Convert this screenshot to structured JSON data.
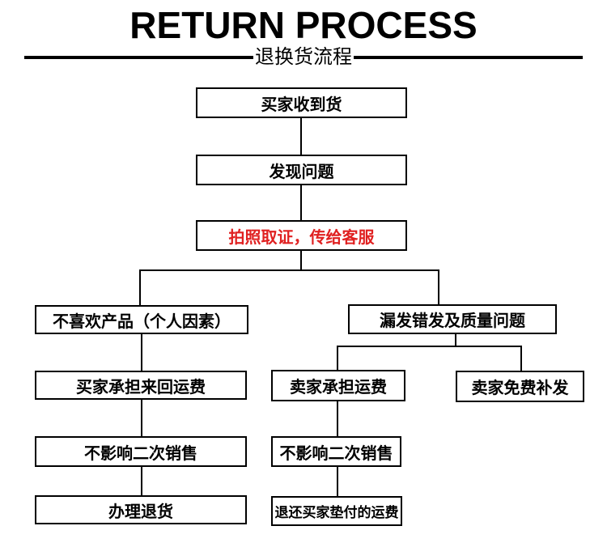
{
  "header": {
    "title": "RETURN PROCESS",
    "subtitle": "退换货流程"
  },
  "colors": {
    "accent_red": "#e02121",
    "line": "#000000",
    "background": "#ffffff"
  },
  "flow": {
    "type": "flowchart",
    "nodes": [
      {
        "id": "buyer-receives-goods",
        "label": "买家收到货"
      },
      {
        "id": "problem-found",
        "label": "发现问题"
      },
      {
        "id": "photo-evidence",
        "label": "拍照取证，传给客服"
      },
      {
        "id": "dislike-personal-reason",
        "label": "不喜欢产品（个人因素）"
      },
      {
        "id": "missing-wrong-quality",
        "label": "漏发错发及质量问题"
      },
      {
        "id": "buyer-pays-shipping",
        "label": "买家承担来回运费"
      },
      {
        "id": "seller-pays-shipping",
        "label": "卖家承担运费"
      },
      {
        "id": "seller-free-reship",
        "label": "卖家免费补发"
      },
      {
        "id": "no-resale-impact-left",
        "label": "不影响二次销售"
      },
      {
        "id": "process-return",
        "label": "办理退货"
      },
      {
        "id": "no-resale-impact-mid",
        "label": "不影响二次销售"
      },
      {
        "id": "refund-buyer-shipping",
        "label": "退还买家垫付的运费"
      }
    ],
    "edges": [
      "买家收到货 → 发现问题",
      "发现问题 → 拍照取证，传给客服",
      "拍照取证，传给客服 → 不喜欢产品（个人因素）",
      "拍照取证，传给客服 → 漏发错发及质量问题",
      "不喜欢产品（个人因素） → 买家承担来回运费",
      "买家承担来回运费 → 不影响二次销售",
      "不影响二次销售 → 办理退货",
      "漏发错发及质量问题 → 卖家承担运费",
      "漏发错发及质量问题 → 卖家免费补发",
      "卖家承担运费 → 不影响二次销售",
      "不影响二次销售 → 退还买家垫付的运费"
    ]
  }
}
